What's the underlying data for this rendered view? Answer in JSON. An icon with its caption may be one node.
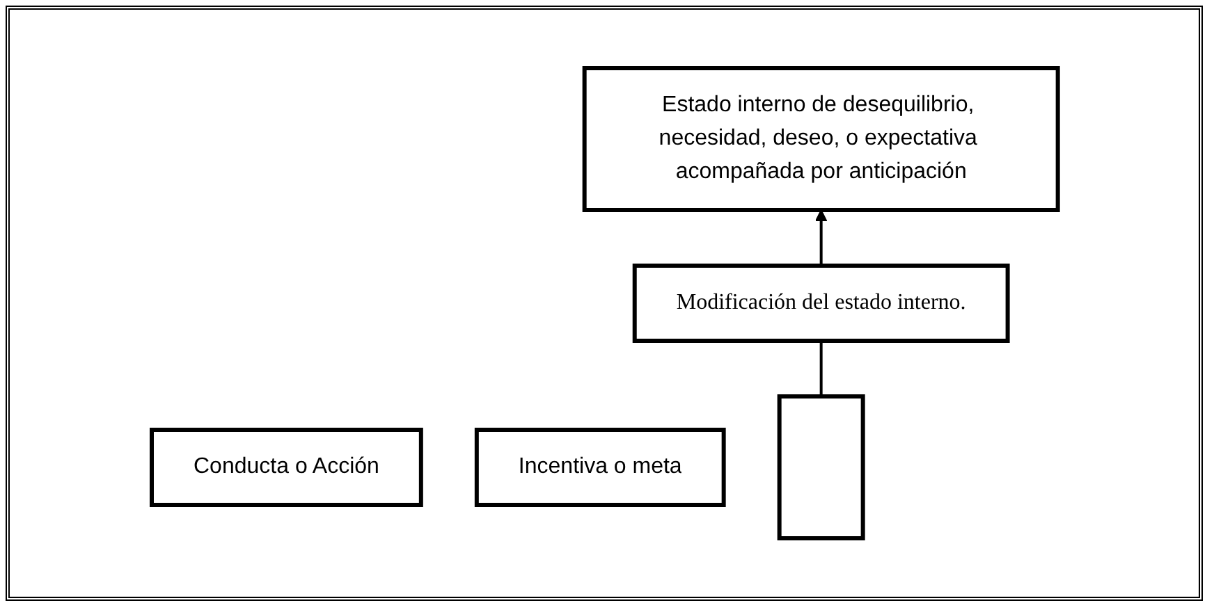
{
  "diagram": {
    "nodes": [
      {
        "text": [
          "Estado interno de desequilibrio, necesidad, deseo, o expectativa acompañada por anticipación"
        ]
      },
      {
        "text": [
          "Conducta o Acción"
        ]
      },
      {
        "text": [
          "Incentiva o meta"
        ]
      },
      {
        "text": [],
        "shape": "bar"
      },
      {
        "text": [
          "Modificación del estado interno."
        ]
      }
    ],
    "edges": [
      {
        "from": 3,
        "to": 4,
        "arrow": "none"
      },
      {
        "from": 4,
        "to": 0,
        "arrow": "to"
      }
    ]
  }
}
